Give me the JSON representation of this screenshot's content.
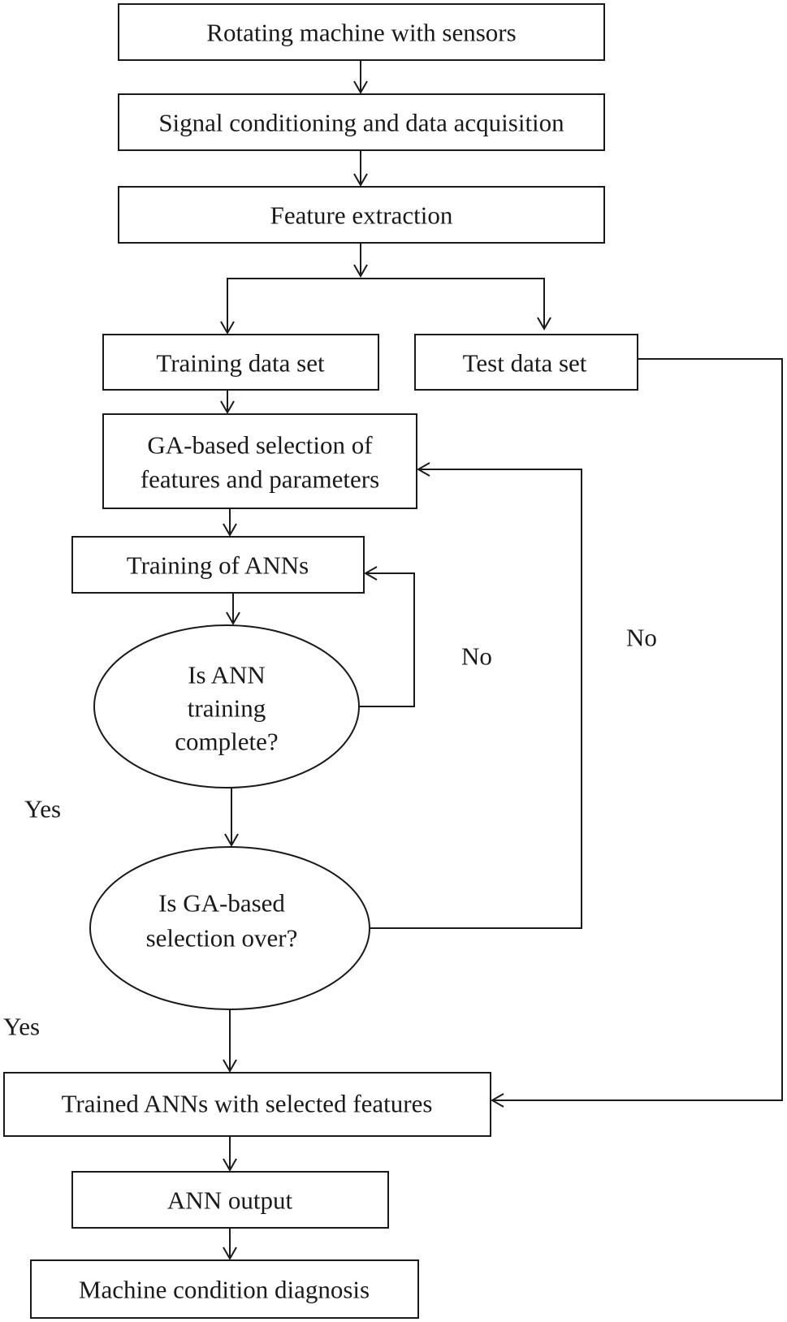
{
  "nodes": {
    "rotating_machine": "Rotating machine with sensors",
    "signal_conditioning": "Signal conditioning and data acquisition",
    "feature_extraction": "Feature extraction",
    "training_data": "Training data set",
    "test_data": "Test data set",
    "ga_selection_line1": "GA-based selection of",
    "ga_selection_line2": "features and parameters",
    "training_anns": "Training of ANNs",
    "ann_complete_line1": "Is ANN",
    "ann_complete_line2": "training",
    "ann_complete_line3": "complete?",
    "ga_over_line1": "Is GA-based",
    "ga_over_line2": "selection over?",
    "trained_anns": "Trained ANNs with selected features",
    "ann_output": "ANN output",
    "diagnosis": "Machine condition diagnosis"
  },
  "edge_labels": {
    "ann_no": "No",
    "ga_no": "No",
    "ann_yes": "Yes",
    "ga_yes": "Yes"
  }
}
